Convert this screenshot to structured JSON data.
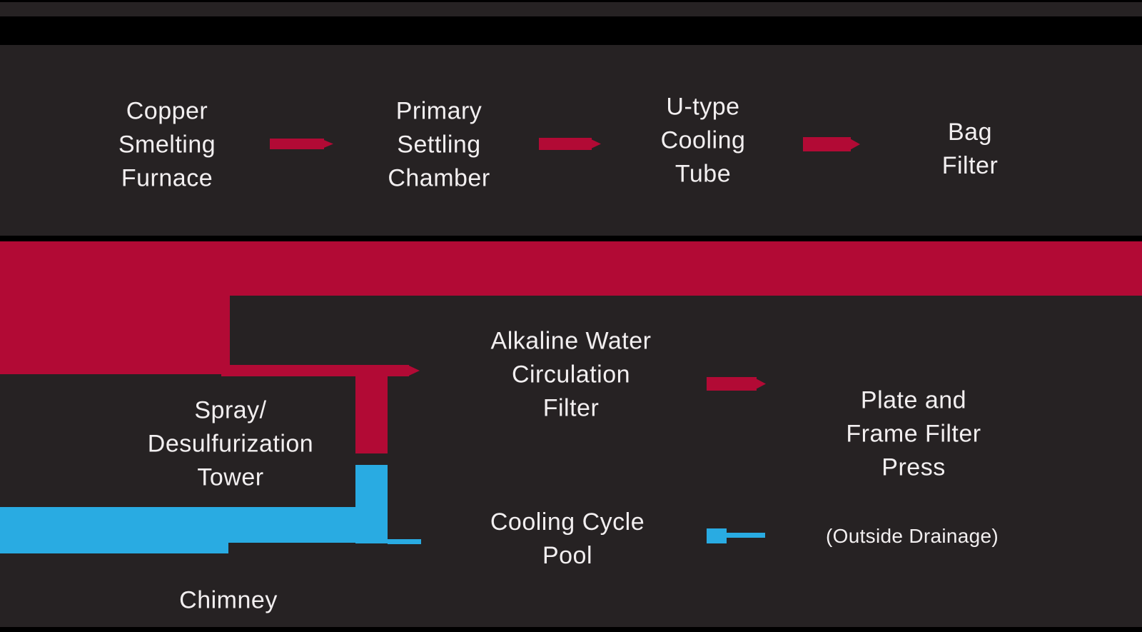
{
  "colors": {
    "background": "#262223",
    "black_band": "#000000",
    "flow_red": "#B20A35",
    "flow_blue": "#29ABE2",
    "text": "#F2EFF0"
  },
  "gas_line": {
    "nodes": [
      {
        "label": "Copper\nSmelting\nFurnace"
      },
      {
        "label": "Primary\nSettling\nChamber"
      },
      {
        "label": "U-type\nCooling\nTube"
      },
      {
        "label": "Bag\nFilter"
      }
    ]
  },
  "treatment_line": {
    "spray_tower": {
      "label": "Spray/\nDesulfurization\nTower"
    },
    "alkaline_filter": {
      "label": "Alkaline Water\nCirculation\nFilter"
    },
    "filter_press": {
      "label": "Plate and\nFrame Filter\nPress"
    }
  },
  "water_line": {
    "cooling_pool": {
      "label": "Cooling Cycle\nPool"
    },
    "outside_drainage": {
      "label": "(Outside Drainage)"
    },
    "chimney": {
      "label": "Chimney"
    }
  }
}
